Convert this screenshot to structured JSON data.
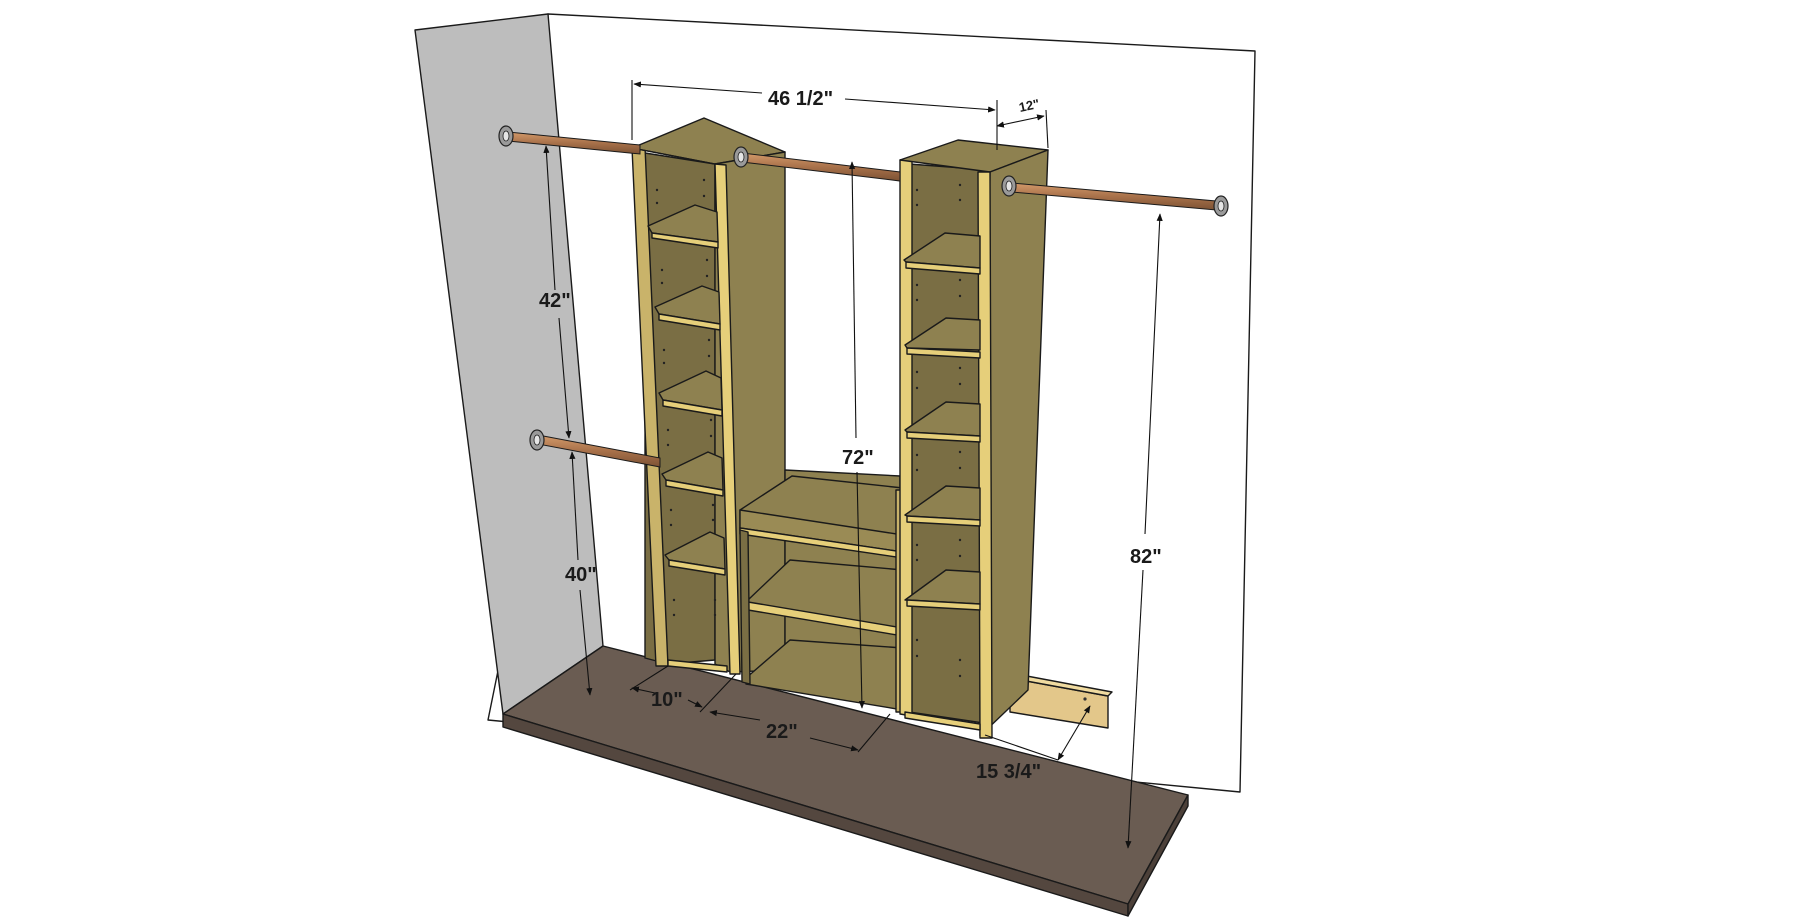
{
  "dimensions": {
    "total_width": "46 1/2\"",
    "tower_depth": "12\"",
    "upper_rod_height": "42\"",
    "lower_rod_height": "40\"",
    "center_height": "72\"",
    "right_rod_height": "82\"",
    "base_spacer": "10\"",
    "center_opening": "22\"",
    "cleat_length": "15 3/4\""
  },
  "colors": {
    "wall_back": "#ffffff",
    "wall_side": "#bdbdbd",
    "floor_top": "#6a5c52",
    "floor_edge": "#5a4d44",
    "wood_face": "#8e8150",
    "wood_edge": "#e6cf7a",
    "wood_dark": "#7a6e44",
    "rod": "#b07a50",
    "rod_flange": "#9a9a9a",
    "cleat": "#e3c78a"
  }
}
